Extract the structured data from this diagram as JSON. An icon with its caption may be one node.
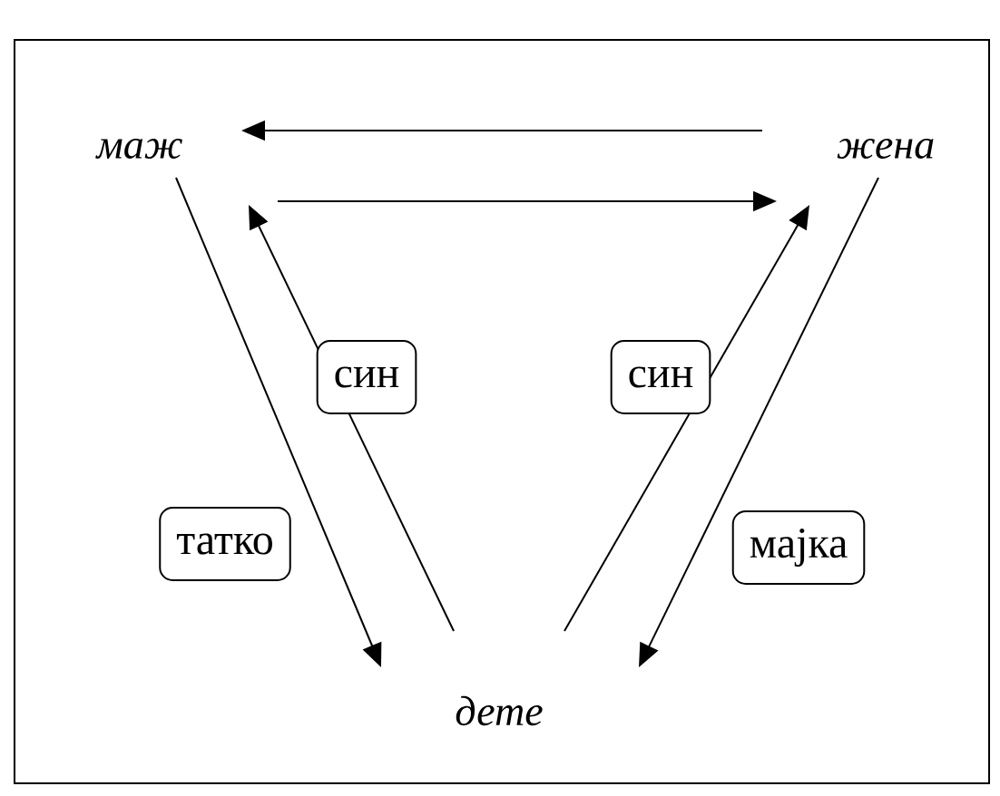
{
  "diagram": {
    "nodes": [
      {
        "text": [
          "маж"
        ]
      },
      {
        "text": [
          "жена"
        ]
      },
      {
        "text": [
          "дете"
        ]
      }
    ],
    "edges": [
      {
        "from": 1,
        "to": 0,
        "arrow": "to"
      },
      {
        "from": 0,
        "to": 1,
        "arrow": "to"
      },
      {
        "from": 0,
        "to": 2,
        "arrow": "to",
        "label": "татко"
      },
      {
        "from": 2,
        "to": 0,
        "arrow": "to",
        "label": "син"
      },
      {
        "from": 2,
        "to": 1,
        "arrow": "to",
        "label": "син"
      },
      {
        "from": 1,
        "to": 2,
        "arrow": "to",
        "label": "мајка"
      }
    ]
  }
}
